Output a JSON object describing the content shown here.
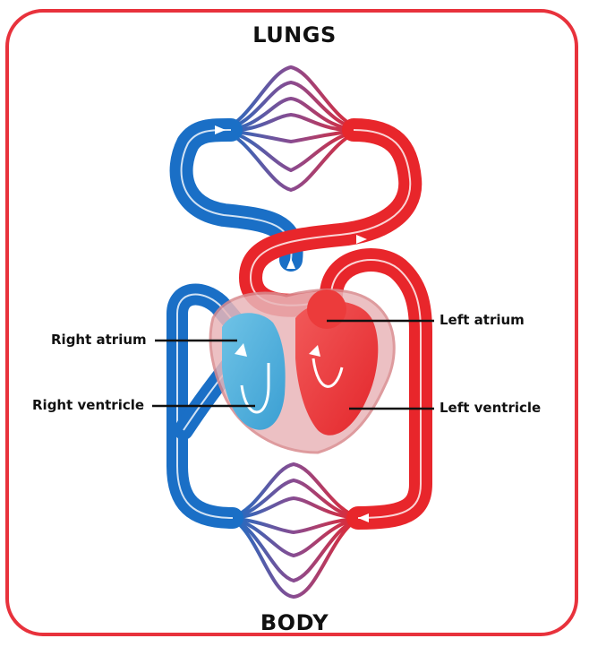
{
  "titles": {
    "top": "LUNGS",
    "bottom": "BODY"
  },
  "labels": {
    "right_atrium": "Right atrium",
    "right_ventricle": "Right ventricle",
    "left_atrium": "Left atrium",
    "left_ventricle": "Left ventricle"
  },
  "colors": {
    "oxygenated": "#e8262b",
    "deoxygenated": "#1a6fc6",
    "frame_border": "#e8323c",
    "heart_outline": "#d98a8e",
    "leader_line": "#111111"
  },
  "icons": {
    "flow_arrow": "flow-arrow-icon"
  }
}
